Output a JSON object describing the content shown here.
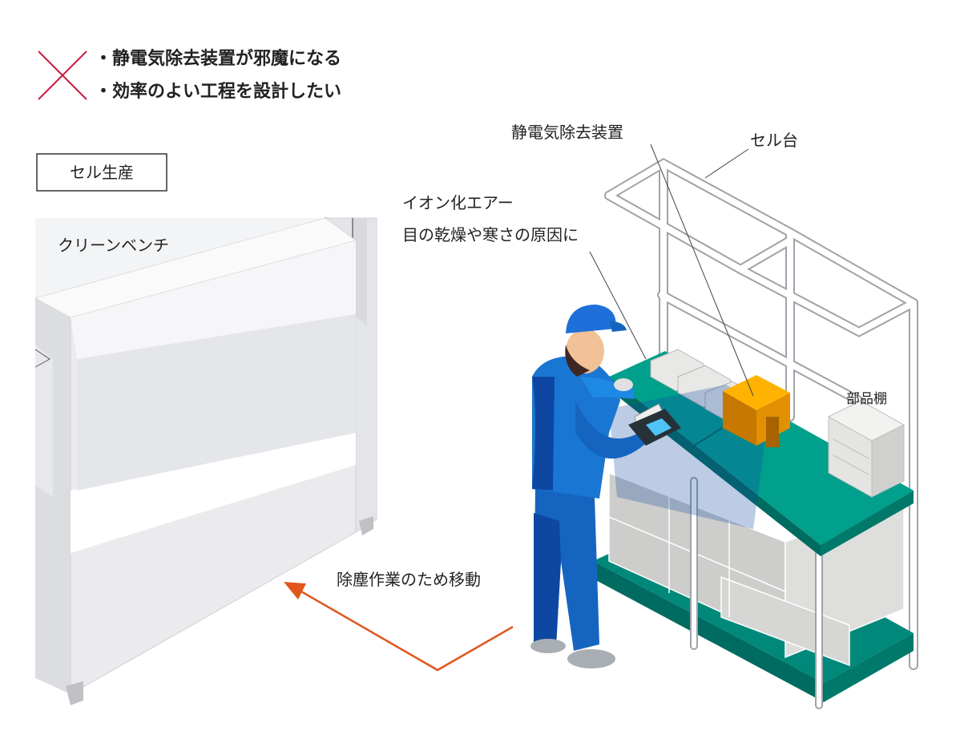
{
  "problems": {
    "items": [
      "・静電気除去装置が邪魔になる",
      "・効率のよい工程を設計したい"
    ]
  },
  "section_box": {
    "label": "セル生産"
  },
  "labels": {
    "clean_bench": "クリーンベンチ",
    "ionizer": "静電気除去装置",
    "cell_stand": "セル台",
    "ion_air_line1": "イオン化エアー",
    "ion_air_line2": "目の乾燥や寒さの原因に",
    "parts_shelf": "部品棚",
    "movement": "除塵作業のため移動"
  },
  "colors": {
    "cross_mark": "#c8203f",
    "arrow": "#e0561c",
    "worker_suit": "#1565c0",
    "table_top": "#00897b",
    "ionizer_box": "#c77800"
  }
}
